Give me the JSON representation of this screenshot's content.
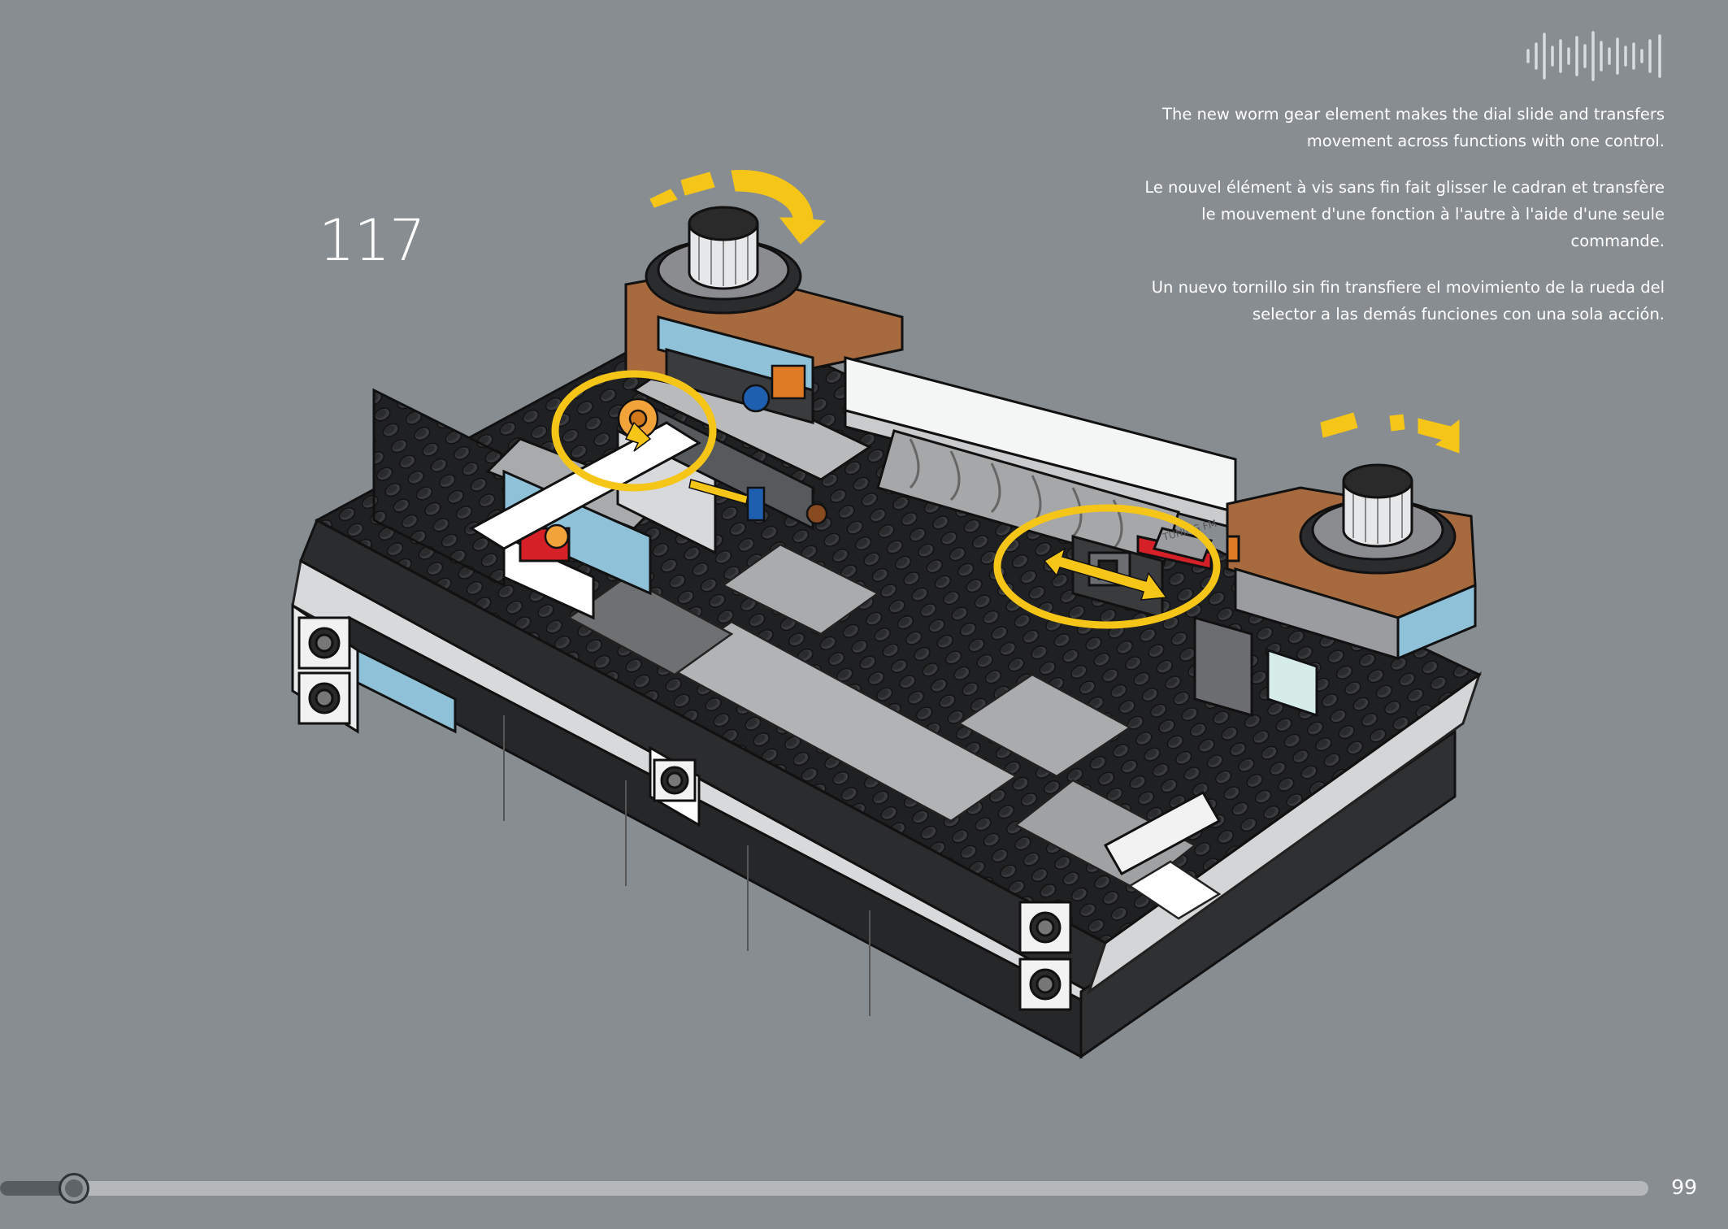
{
  "step": {
    "number": "117"
  },
  "description": {
    "en": "The new worm gear element makes the dial slide and transfers movement across functions with one control.",
    "fr": "Le nouvel élément à vis sans fin fait glisser le cadran et transfère le mouvement d'une fonction à l'autre à l'aide d'une seule commande.",
    "es": "Un nuevo tornillo sin fin transfiere el movimiento de la rueda del selector a las demás funciones con una sola acción."
  },
  "icons": {
    "audio": "audio-waveform-icon",
    "rotate": "rotate-arrow-icon",
    "slide": "slide-arrow-icon"
  },
  "model": {
    "tile_label": "TUNING FM"
  },
  "player": {
    "progress_fraction": 0.045
  },
  "footer": {
    "page_number": "99"
  },
  "colors": {
    "background": "#878d91",
    "highlight": "#f5c518",
    "dark_brick": "#2b2c2e",
    "brown": "#a66a3e",
    "light_blue": "#8fc1d9"
  }
}
